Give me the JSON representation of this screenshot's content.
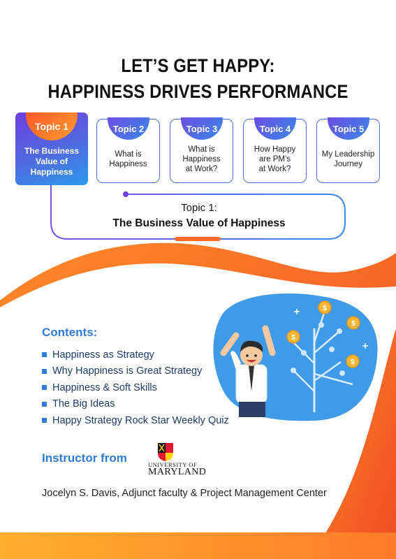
{
  "title": {
    "line1": "LET’S GET HAPPY:",
    "line2": "HAPPINESS DRIVES PERFORMANCE"
  },
  "topics": [
    {
      "tab": "Topic 1",
      "label_lines": [
        "The Business",
        "Value of",
        "Happiness"
      ]
    },
    {
      "tab": "Topic 2",
      "label_lines": [
        "What is",
        "Happiness"
      ]
    },
    {
      "tab": "Topic 3",
      "label_lines": [
        "What is",
        "Happiness",
        "at Work?"
      ]
    },
    {
      "tab": "Topic 4",
      "label_lines": [
        "How Happy",
        "are PM’s",
        "at Work?"
      ]
    },
    {
      "tab": "Topic 5",
      "label_lines": [
        "My Leadership",
        "Journey"
      ]
    }
  ],
  "selected": {
    "topic_line": "Topic 1:",
    "topic_title": "The Business Value of Happiness"
  },
  "contents": {
    "heading": "Contents:",
    "items": [
      "Happiness as Strategy",
      "Why Happiness is Great Strategy",
      "Happiness & Soft Skills",
      "The Big Ideas",
      "Happy Strategy Rock Star Weekly Quiz"
    ]
  },
  "instructor": {
    "label": "Instructor from",
    "university_line1": "UNIVERSITY OF",
    "university_line2": "MARYLAND",
    "person": "Jocelyn S. Davis, Adjunct faculty & Project Management Center"
  },
  "colors": {
    "accent_blue": "#2f7bd8",
    "accent_orange": "#ff6a2a",
    "accent_purple": "#6d3fe0"
  },
  "icons": [
    "coin-tree-icon",
    "happy-businessman-icon",
    "university-shield-icon"
  ]
}
